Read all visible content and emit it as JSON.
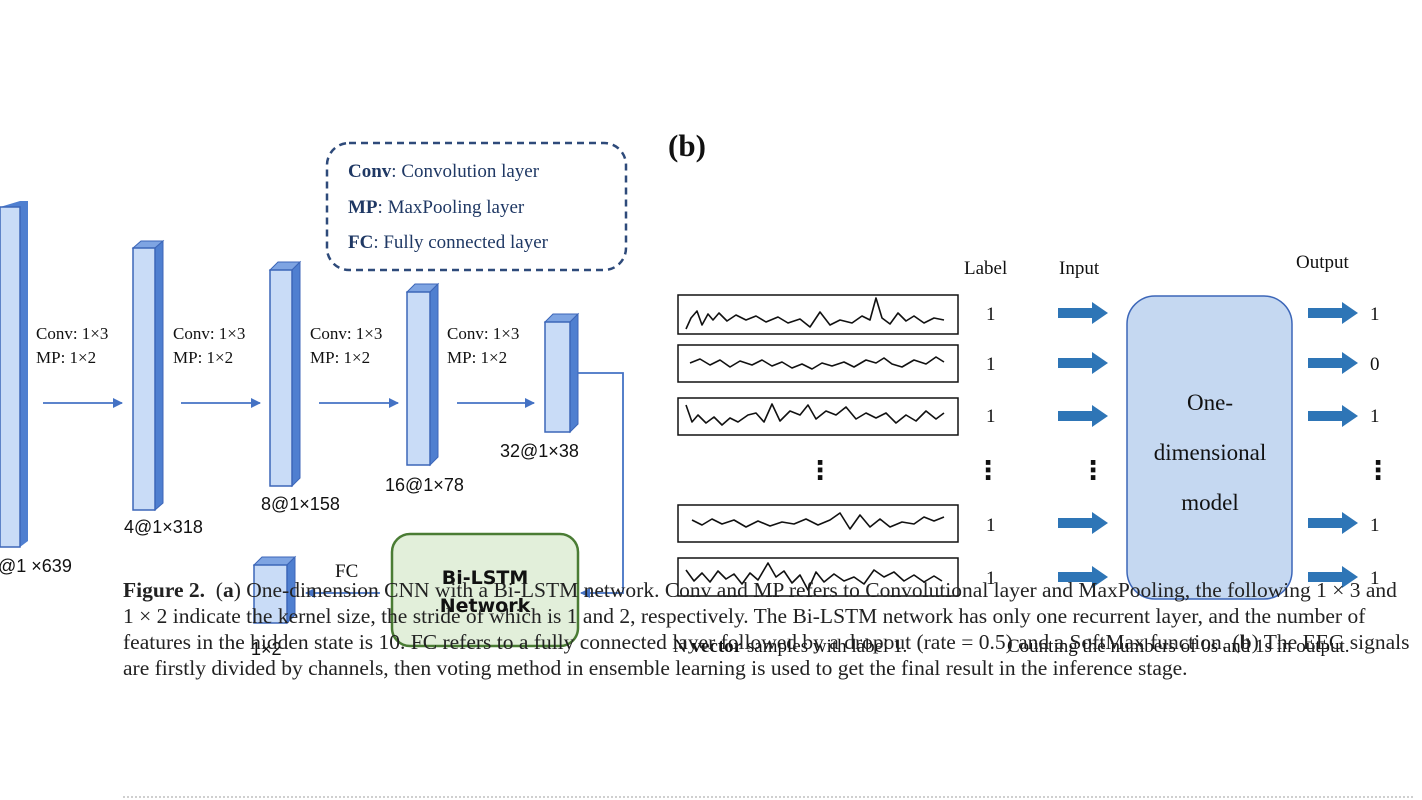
{
  "panel_b_label": "(b)",
  "legend": [
    {
      "abbr": "Conv",
      "text": ": Convolution layer"
    },
    {
      "abbr": "MP",
      "text": ": MaxPooling  layer"
    },
    {
      "abbr": "FC",
      "text": ": Fully connected layer"
    }
  ],
  "cnn": {
    "layer_sizes": [
      "@1 ×639",
      "4@1×318",
      "8@1×158",
      "16@1×78",
      "32@1×38"
    ],
    "conv_label": "Conv: 1×3",
    "mp_label": "MP: 1×2",
    "lstm_line1": "Bi-LSTM",
    "lstm_line2": "Network",
    "fc_label": "FC",
    "output_size": "1×2"
  },
  "panel_b": {
    "label_header": "Label",
    "input_header": "Input",
    "output_header": "Output",
    "labels": [
      "1",
      "1",
      "1",
      "1",
      "1"
    ],
    "outputs": [
      "1",
      "0",
      "1",
      "1",
      "1"
    ],
    "ellipsis": "⋮",
    "model_line1": "One-",
    "model_line2": "dimensional",
    "model_line3": "model",
    "samples_caption_pre": "N ",
    "samples_caption_bold": "vector",
    "samples_caption_post": "  samples with label 1.",
    "counting_caption": "Counting the numbers of 0s and 1s in output."
  },
  "caption": {
    "fig_label": "Figure 2.",
    "part_a_open": "(",
    "part_a_letter": "a",
    "part_a_text": ") One-dimension CNN with a Bi-LSTM network. Conv and MP refers to Convolutional layer and MaxPooling, the following 1 × 3 and 1 × 2 indicate the kernel size, the stride of which is 1 and 2, respectively. The Bi-LSTM network has only one recurrent layer, and the number of features in the hidden state is 10. FC refers to a fully connected layer followed by a dropout (rate = 0.5) and a SoftMax function. (",
    "part_b_letter": "b",
    "part_b_text": ") The EEG signals are firstly divided by channels, then voting method in ensemble learning is used to get the final result in the inference stage."
  },
  "colors": {
    "layer_front": "#c9dcf7",
    "layer_side": "#4f7fd0",
    "layer_top": "#7ea4e2",
    "layer_edge": "#3c66b8",
    "arrow": "#4472c4",
    "lstm_fill": "#e2efda",
    "lstm_stroke": "#5b8c45",
    "legend_border": "#2e4a7a",
    "legend_text": "#1f3864",
    "model_fill": "#c5d8f1",
    "model_stroke": "#3c66b8",
    "thick_arrow": "#2e75b6"
  }
}
